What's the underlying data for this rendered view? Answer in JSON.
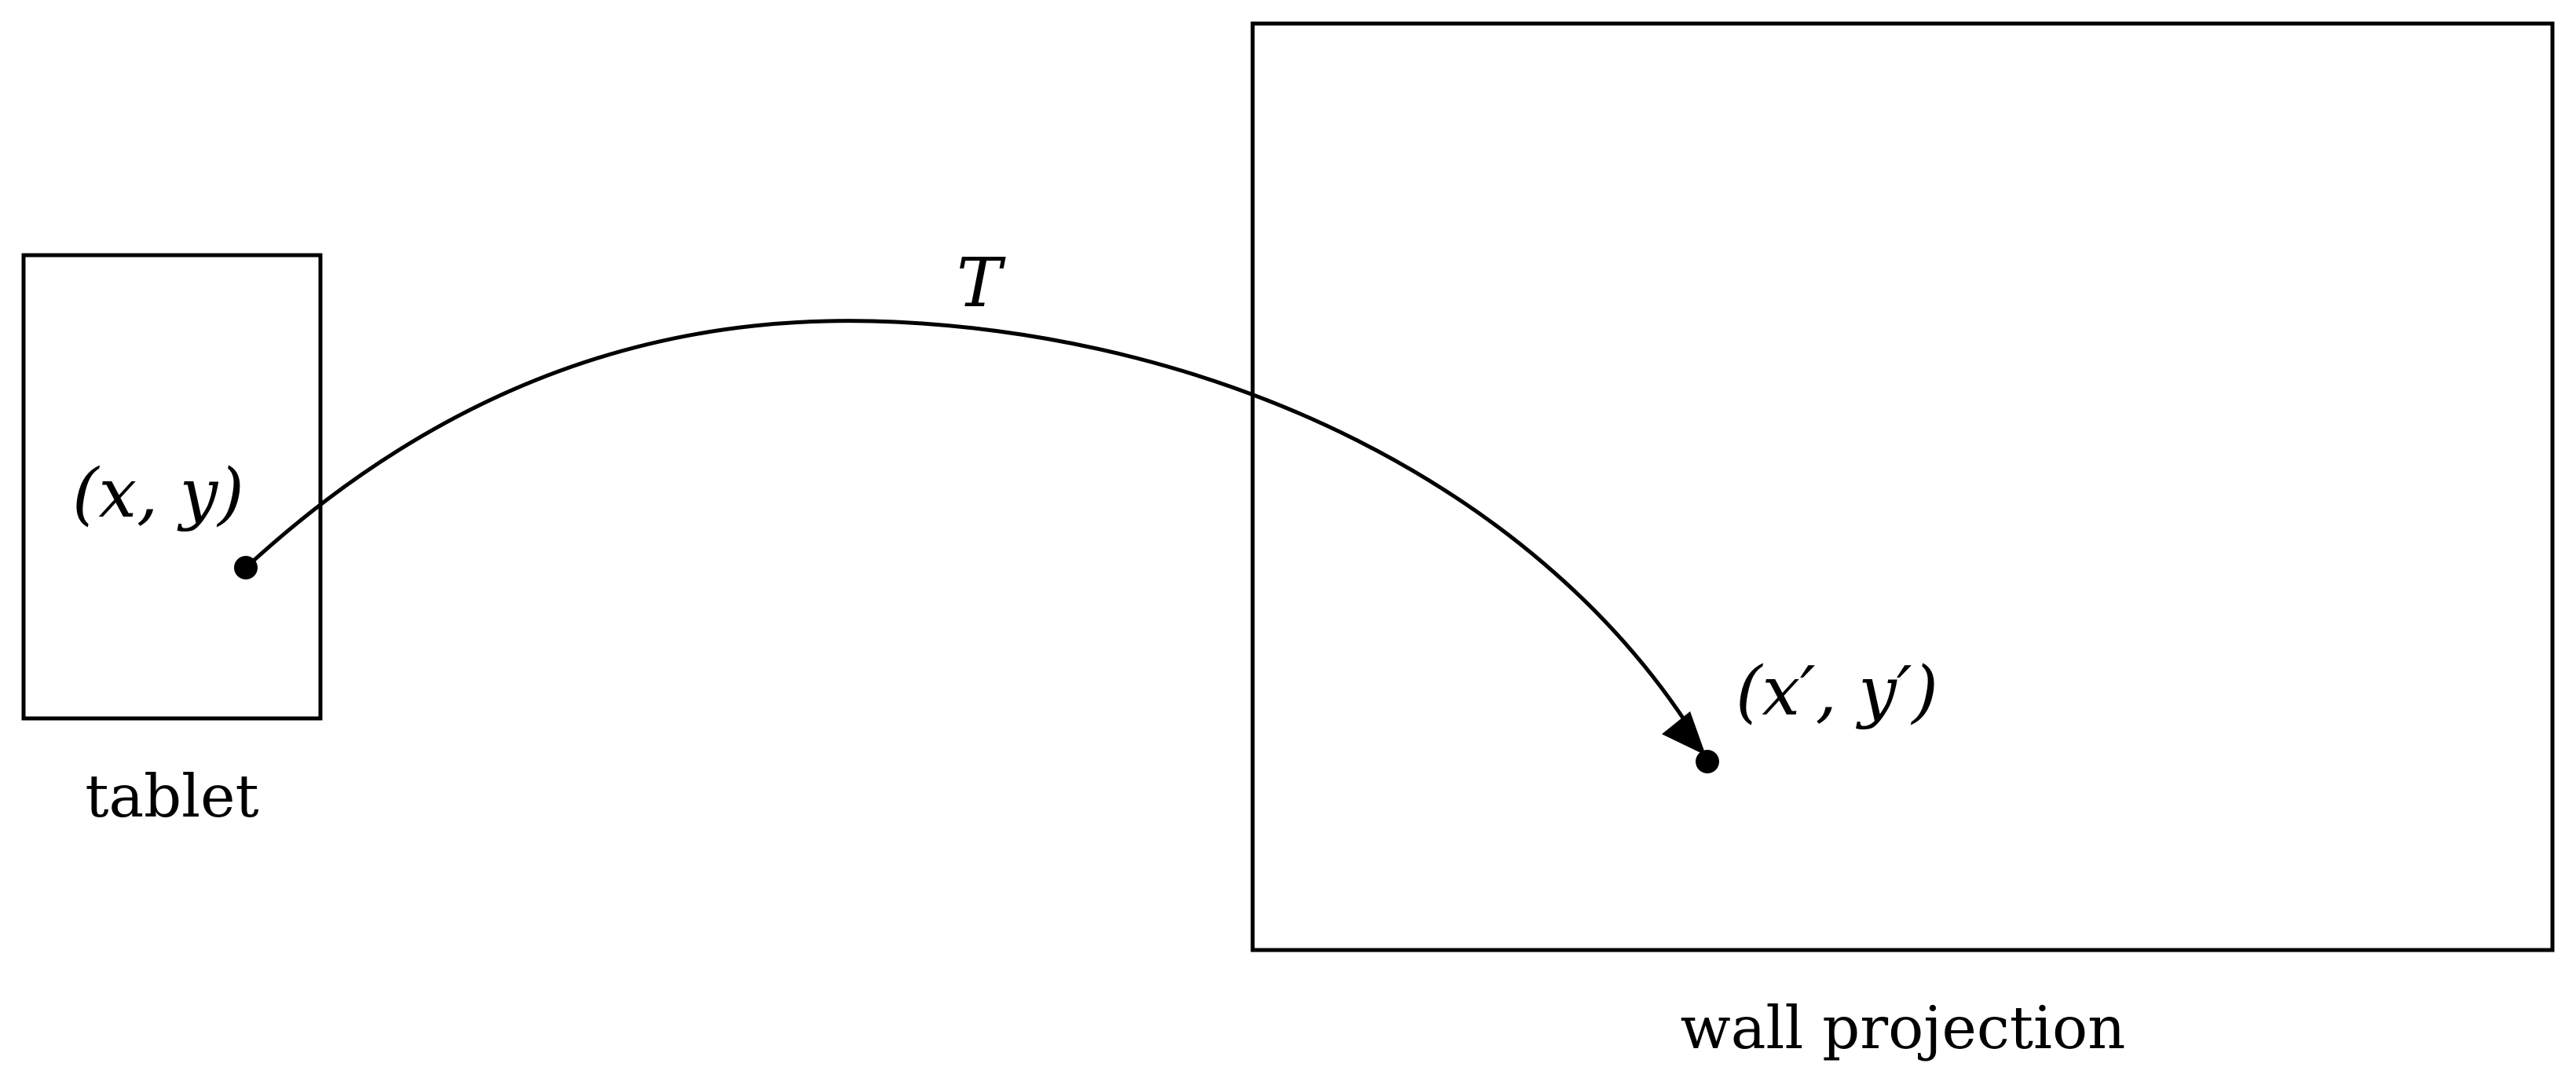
{
  "tablet": {
    "caption": "tablet",
    "point_label": "(x, y)"
  },
  "wall": {
    "caption": "wall projection",
    "point_label": "(x′, y′)"
  },
  "transform": {
    "label": "T"
  }
}
